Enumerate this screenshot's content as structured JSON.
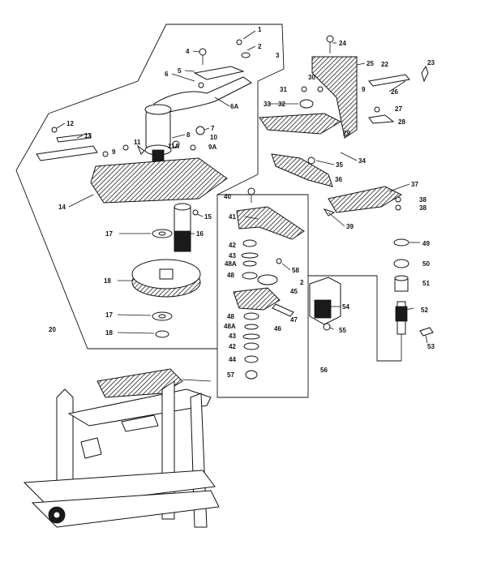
{
  "diagram": {
    "callouts": [
      "1",
      "2",
      "3",
      "4",
      "5",
      "6",
      "6A",
      "7",
      "8",
      "9",
      "9A",
      "10",
      "11",
      "11A",
      "12",
      "13",
      "14",
      "15",
      "16",
      "17",
      "17",
      "18",
      "18",
      "20",
      "24",
      "25",
      "22",
      "23",
      "26",
      "31",
      "30",
      "9",
      "27",
      "28",
      "33",
      "32",
      "29",
      "34",
      "35",
      "36",
      "37",
      "38",
      "38",
      "39",
      "40",
      "41",
      "42",
      "43",
      "48A",
      "48",
      "58",
      "2",
      "45",
      "46",
      "47",
      "48",
      "48A",
      "43",
      "42",
      "44",
      "57",
      "56",
      "54",
      "55",
      "49",
      "50",
      "51",
      "52",
      "53"
    ]
  }
}
